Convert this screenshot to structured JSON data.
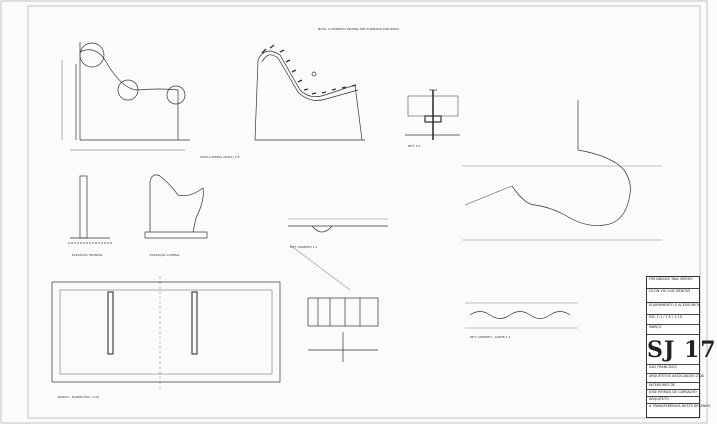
{
  "sheet": {
    "code": "SJ 17",
    "title_block_lines": [
      "FRESIDENCE NNA SIERRO",
      "CILÓN VÍO LUÍS DÉBITAS",
      "EQUIPAMENTO E ACESSÓRIOS",
      "ESC 1:1 / 1:5 / 1:10",
      "MARÇO"
    ],
    "footer_lines": [
      "SÃO FRANCISCO",
      "ARQUITETOS ASSOCIADOS LTDA",
      "INTERIORES DE",
      "JOSÉ MORAIS DE CARVALHO",
      "ARQUITETO"
    ],
    "bottom_note": "A TRANSFERÊNCIA DESTE DESENHO"
  },
  "labels": {
    "side_elev_top": "VISTA LATERAL (ELEV.) 1:5",
    "note_top": "NOTA: O ASSENTO DEVERÁ SER FORMADO POR RIPAS",
    "section_detail": "DET. 1:1",
    "elev_front": "ELEVAÇÃO FRONTAL",
    "elev_side": "ELEVAÇÃO LATERAL",
    "section_mid": "DET. ASSENTO 1:1",
    "plan_bottom": "BANCO - PLANTA ESC. 1:10",
    "section_right": "DET. ASSENTO - CORTE 1:1"
  }
}
